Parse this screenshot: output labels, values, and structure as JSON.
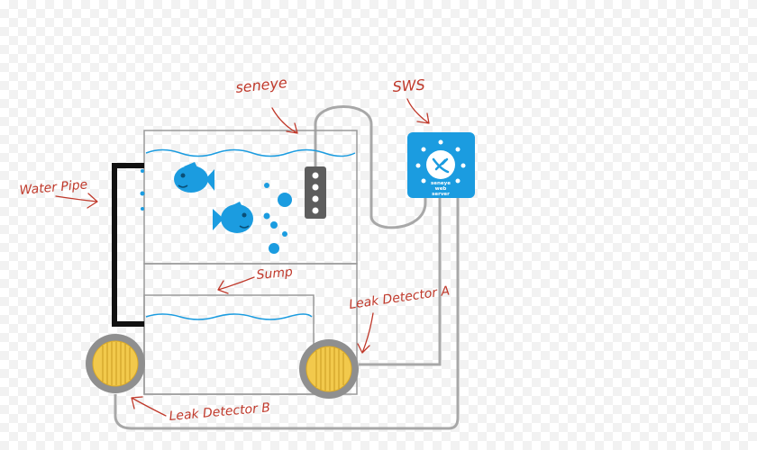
{
  "labels": {
    "seneye": "seneye",
    "sws": "SWS",
    "water_pipe": "Water Pipe",
    "sump": "Sump",
    "leak_a": "Leak Detector A",
    "leak_b": "Leak Detector B"
  },
  "device": {
    "line1": "seneye",
    "line2": "web",
    "line3": "server"
  },
  "colors": {
    "annotation": "#c0392b",
    "accent": "#1b9ce0",
    "outline": "#9a9a9a",
    "pipe": "#111111",
    "detector_ring": "#8f8f8f",
    "detector_fill": "#f2c94c"
  }
}
